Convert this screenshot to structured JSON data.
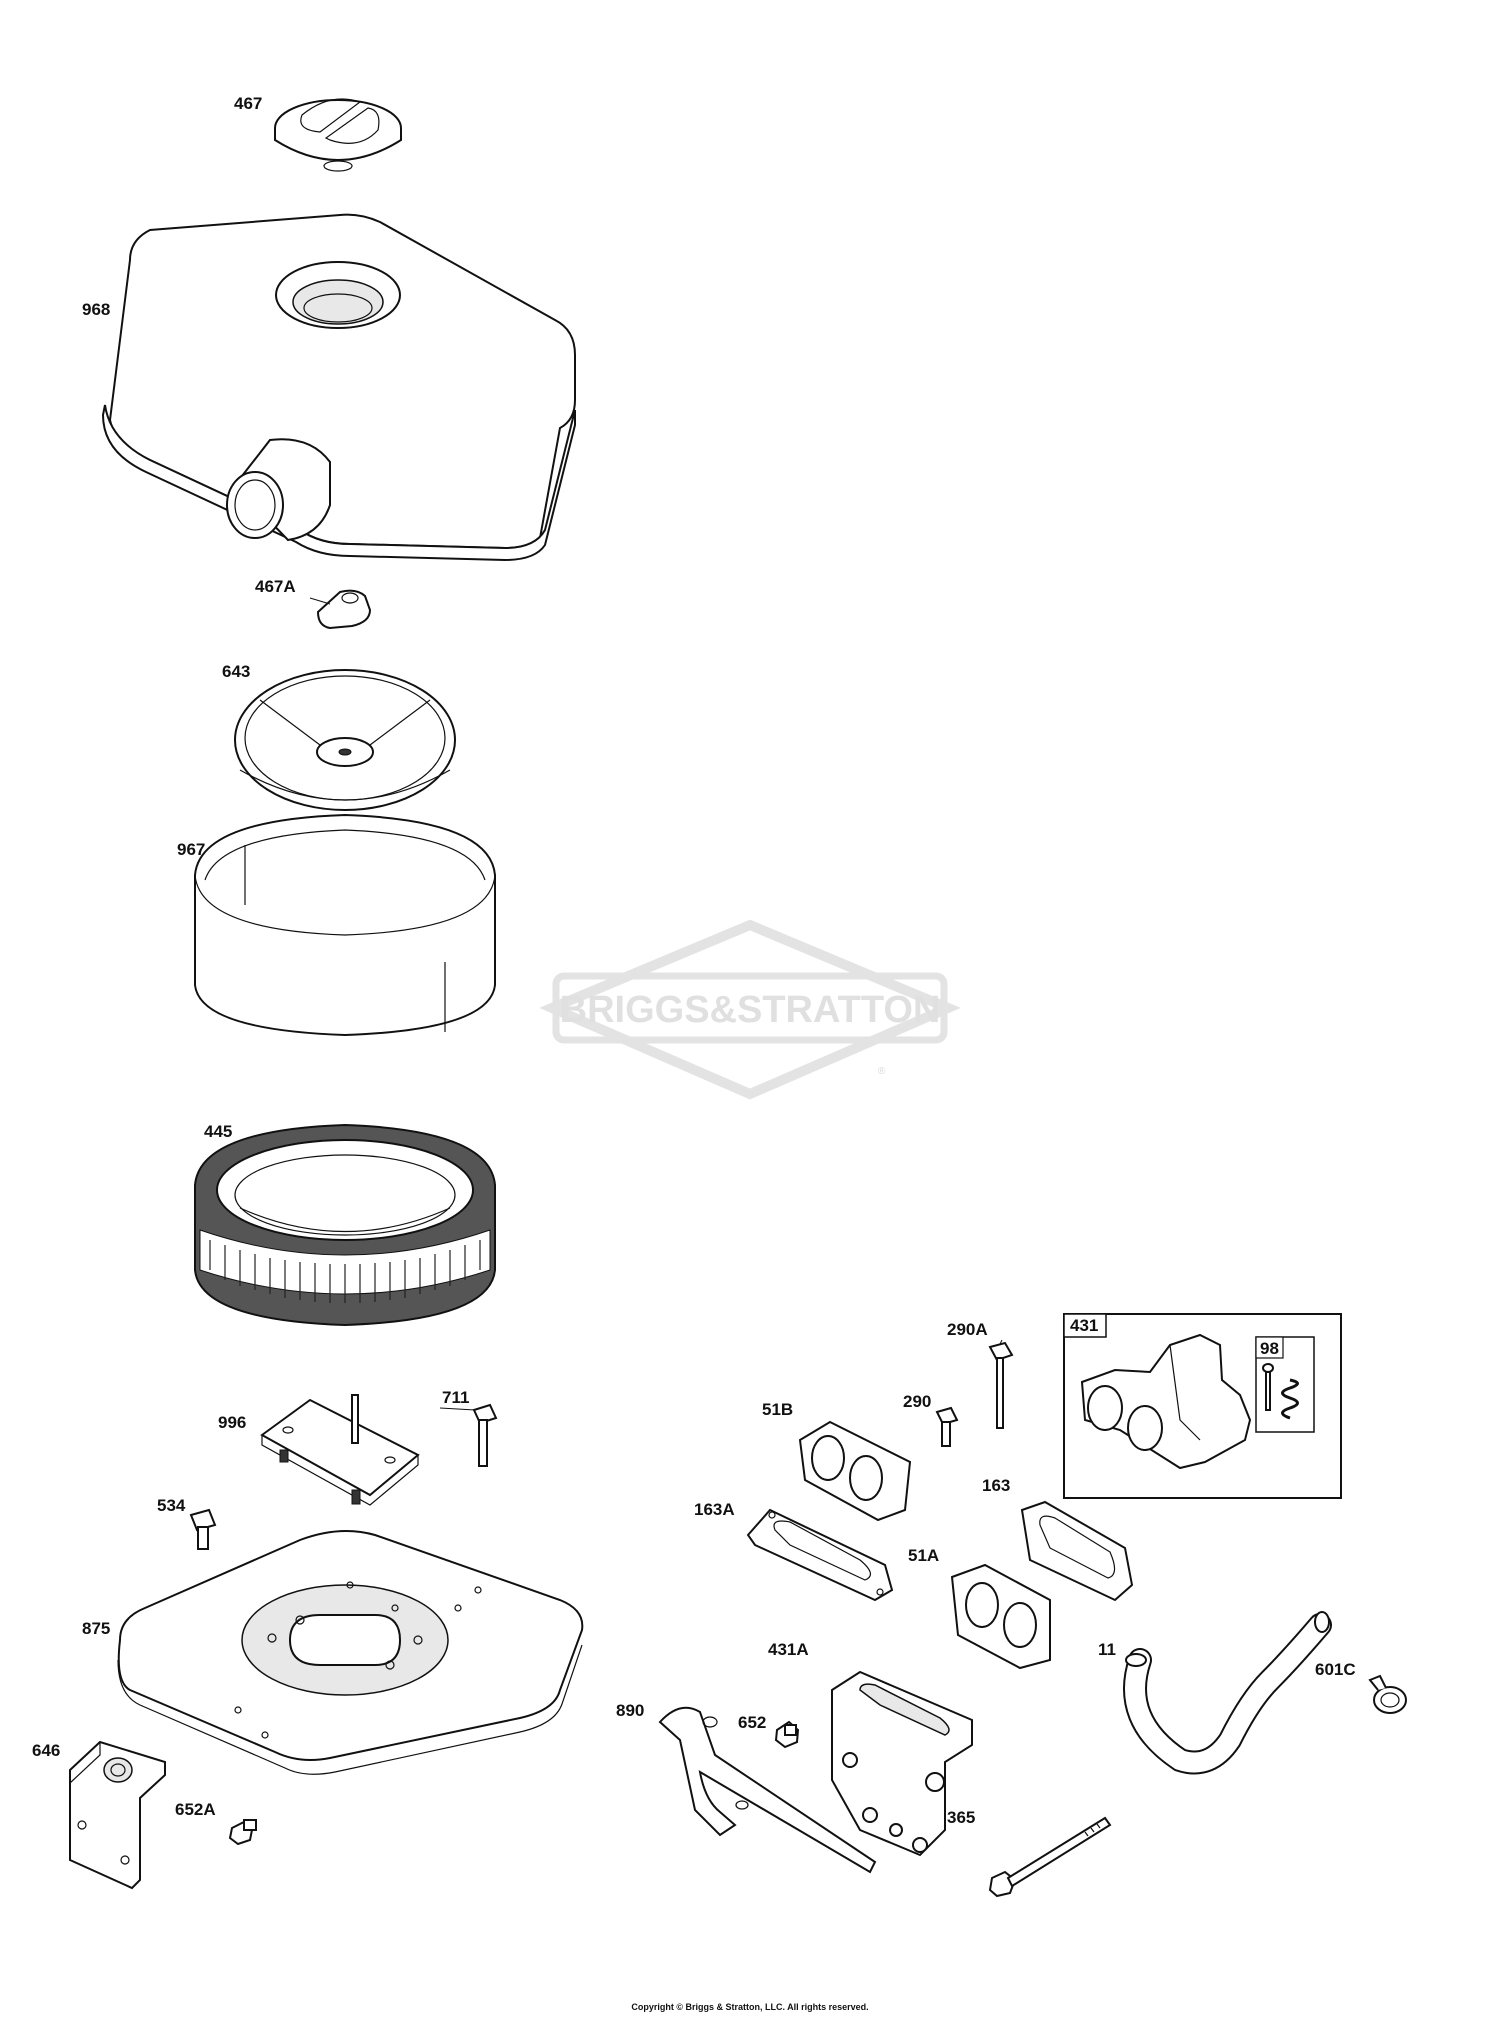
{
  "watermark": {
    "text": "BRIGGS&STRATTON",
    "registered_mark": "®"
  },
  "parts": [
    {
      "id": "467",
      "name": "part-467-label"
    },
    {
      "id": "968",
      "name": "part-968-label"
    },
    {
      "id": "467A",
      "name": "part-467a-label"
    },
    {
      "id": "643",
      "name": "part-643-label"
    },
    {
      "id": "967",
      "name": "part-967-label"
    },
    {
      "id": "445",
      "name": "part-445-label"
    },
    {
      "id": "996",
      "name": "part-996-label"
    },
    {
      "id": "711",
      "name": "part-711-label"
    },
    {
      "id": "534",
      "name": "part-534-label"
    },
    {
      "id": "875",
      "name": "part-875-label"
    },
    {
      "id": "646",
      "name": "part-646-label"
    },
    {
      "id": "652A",
      "name": "part-652a-label"
    },
    {
      "id": "290A",
      "name": "part-290a-label"
    },
    {
      "id": "290",
      "name": "part-290-label"
    },
    {
      "id": "51B",
      "name": "part-51b-label"
    },
    {
      "id": "163A",
      "name": "part-163a-label"
    },
    {
      "id": "163",
      "name": "part-163-label"
    },
    {
      "id": "51A",
      "name": "part-51a-label"
    },
    {
      "id": "431A",
      "name": "part-431a-label"
    },
    {
      "id": "11",
      "name": "part-11-label"
    },
    {
      "id": "601C",
      "name": "part-601c-label"
    },
    {
      "id": "890",
      "name": "part-890-label"
    },
    {
      "id": "652",
      "name": "part-652-label"
    },
    {
      "id": "365",
      "name": "part-365-label"
    }
  ],
  "kit_box": {
    "label": "431",
    "inner_label": "98"
  },
  "footer": {
    "copyright": "Copyright © Briggs & Stratton, LLC. All rights reserved."
  }
}
